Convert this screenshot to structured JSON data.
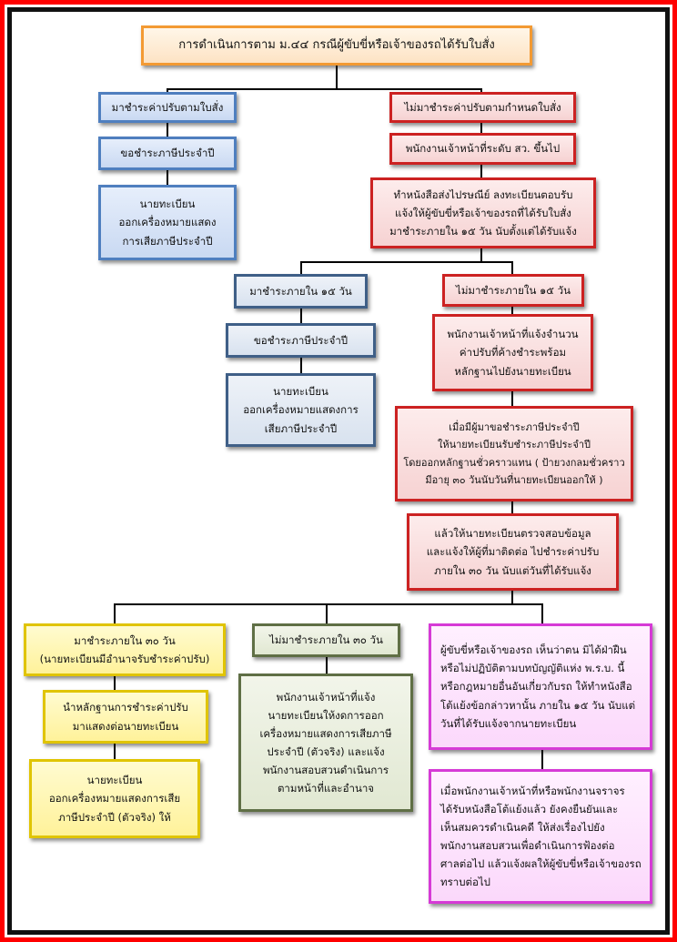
{
  "diagram": {
    "title": "การดำเนินการตาม ม.๔๔ กรณีผู้ขับขี่หรือเจ้าของรถได้รับใบสั่ง",
    "left_branch": {
      "paid": "มาชำระค่าปรับตามใบสั่ง",
      "request_tax": "ขอชำระภาษีประจำปี",
      "registrar_issue": "นายทะเบียน\nออกเครื่องหมายแสดง\nการเสียภาษีประจำปี"
    },
    "right_branch": {
      "not_paid": "ไม่มาชำระค่าปรับตามกำหนดใบสั่ง",
      "officer_level": "พนักงานเจ้าหน้าที่ระดับ สว. ขึ้นไป",
      "registered_letter": "ทำหนังสือส่งไปรษณีย์ ลงทะเบียนตอบรับ\nแจ้งให้ผู้ขับขี่หรือเจ้าของรถที่ได้รับใบสั่ง\nมาชำระภายใน ๑๕ วัน นับตั้งแต่ได้รับแจ้ง"
    },
    "mid_left": {
      "paid_15": "มาชำระภายใน ๑๕ วัน",
      "request_tax": "ขอชำระภาษีประจำปี",
      "registrar_issue": "นายทะเบียน\nออกเครื่องหมายแสดงการ\nเสียภาษีประจำปี"
    },
    "mid_right": {
      "not_paid_15": "ไม่มาชำระภายใน ๑๕ วัน",
      "notify_registrar": "พนักงานเจ้าหน้าที่แจ้งจำนวน\nค่าปรับที่ค้างชำระพร้อม\nหลักฐานไปยังนายทะเบียน",
      "temp_evidence": "เมื่อมีผู้มาขอชำระภาษีประจำปี\nให้นายทะเบียนรับชำระภาษีประจำปี\nโดยออกหลักฐานชั่วคราวแทน ( ป้ายวงกลมชั่วคราว\nมีอายุ ๓๐ วันนับวันที่นายทะเบียนออกให้ )",
      "verify": "แล้วให้นายทะเบียนตรวจสอบข้อมูล\nและแจ้งให้ผู้ที่มาติดต่อ ไปชำระค่าปรับ\nภายใน ๓๐ วัน นับแต่วันที่ได้รับแจ้ง"
    },
    "bottom": {
      "paid_30": "มาชำระภายใน ๓๐ วัน\n(นายทะเบียนมีอำนาจรับชำระค่าปรับ)",
      "show_evidence": "นำหลักฐานการชำระค่าปรับ\nมาแสดงต่อนายทะเบียน",
      "registrar_real": "นายทะเบียน\nออกเครื่องหมายแสดงการเสีย\nภาษีประจำปี (ตัวจริง) ให้",
      "not_paid_30": "ไม่มาชำระภายใน ๓๐ วัน",
      "withhold": "พนักงานเจ้าหน้าที่แจ้ง\nนายทะเบียนให้งดการออก\nเครื่องหมายแสดงการเสียภาษี\nประจำปี (ตัวจริง) และแจ้ง\nพนักงานสอบสวนดำเนินการ\nตามหน้าที่และอำนาจ",
      "objection": "ผู้ขับขี่หรือเจ้าของรถ เห็นว่าตน มิได้ฝ่าฝืน\nหรือไม่ปฏิบัติตามบทบัญญัติแห่ง พ.ร.บ. นี้\nหรือกฎหมายอื่นอันเกี่ยวกับรถ ให้ทำหนังสือ\nโต้แย้งข้อกล่าวหานั้น ภายใน ๑๕ วัน นับแต่\nวันที่ได้รับแจ้งจากนายทะเบียน",
      "prosecute": "เมื่อพนักงานเจ้าหน้าที่หรือพนักงานจราจร\nได้รับหนังสือโต้แย้งแล้ว ยังคงยืนยันและ\nเห็นสมควรดำเนินคดี ให้ส่งเรื่องไปยัง\nพนักงานสอบสวนเพื่อดำเนินการฟ้องต่อ\nศาลต่อไป แล้วแจ้งผลให้ผู้ขับขี่หรือเจ้าของรถ\nทราบต่อไป"
    }
  }
}
